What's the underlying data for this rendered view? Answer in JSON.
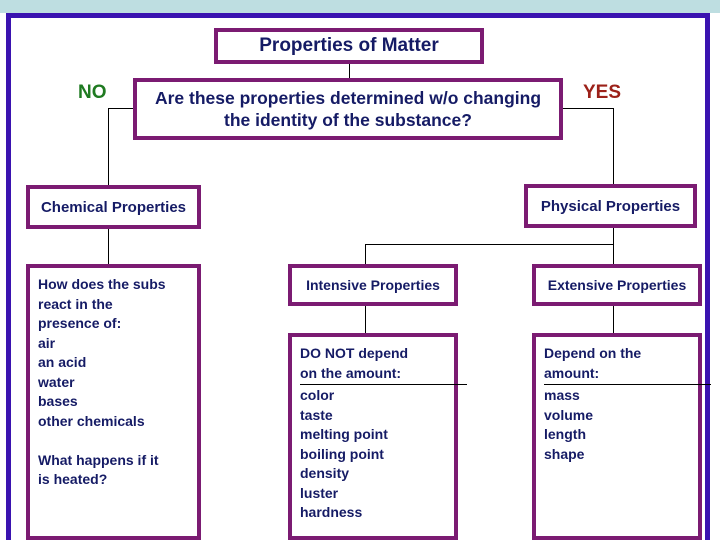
{
  "diagram": {
    "title_box": "Properties of Matter",
    "question_box": "Are these properties determined w/o changing the identity of the substance?",
    "branch_no": "NO",
    "branch_yes": "YES",
    "chemical_node": "Chemical Properties",
    "physical_node": "Physical Properties",
    "intensive_node": "Intensive Properties",
    "extensive_node": "Extensive Properties",
    "chemical_detail": {
      "heading": [
        "How does the subs",
        "react in the",
        "presence of:"
      ],
      "items": [
        "air",
        "an acid",
        "water",
        "bases",
        "other chemicals"
      ],
      "question": [
        "What happens if it",
        "is heated?"
      ]
    },
    "intensive_detail": {
      "heading": [
        "DO NOT depend",
        "on the amount:"
      ],
      "items": [
        "color",
        "taste",
        "melting point",
        "boiling point",
        "density",
        "luster",
        "hardness"
      ]
    },
    "extensive_detail": {
      "heading": [
        "Depend on the",
        "amount:"
      ],
      "items": [
        "mass",
        "volume",
        "length",
        "shape"
      ]
    }
  },
  "colors": {
    "box_border": "#7b1b72",
    "box_text": "#151b65",
    "frame": "#3a13b0",
    "top_band": "#bedee1",
    "no_label": "#1f7a21",
    "yes_label": "#9c2119",
    "connector": "#000000"
  }
}
